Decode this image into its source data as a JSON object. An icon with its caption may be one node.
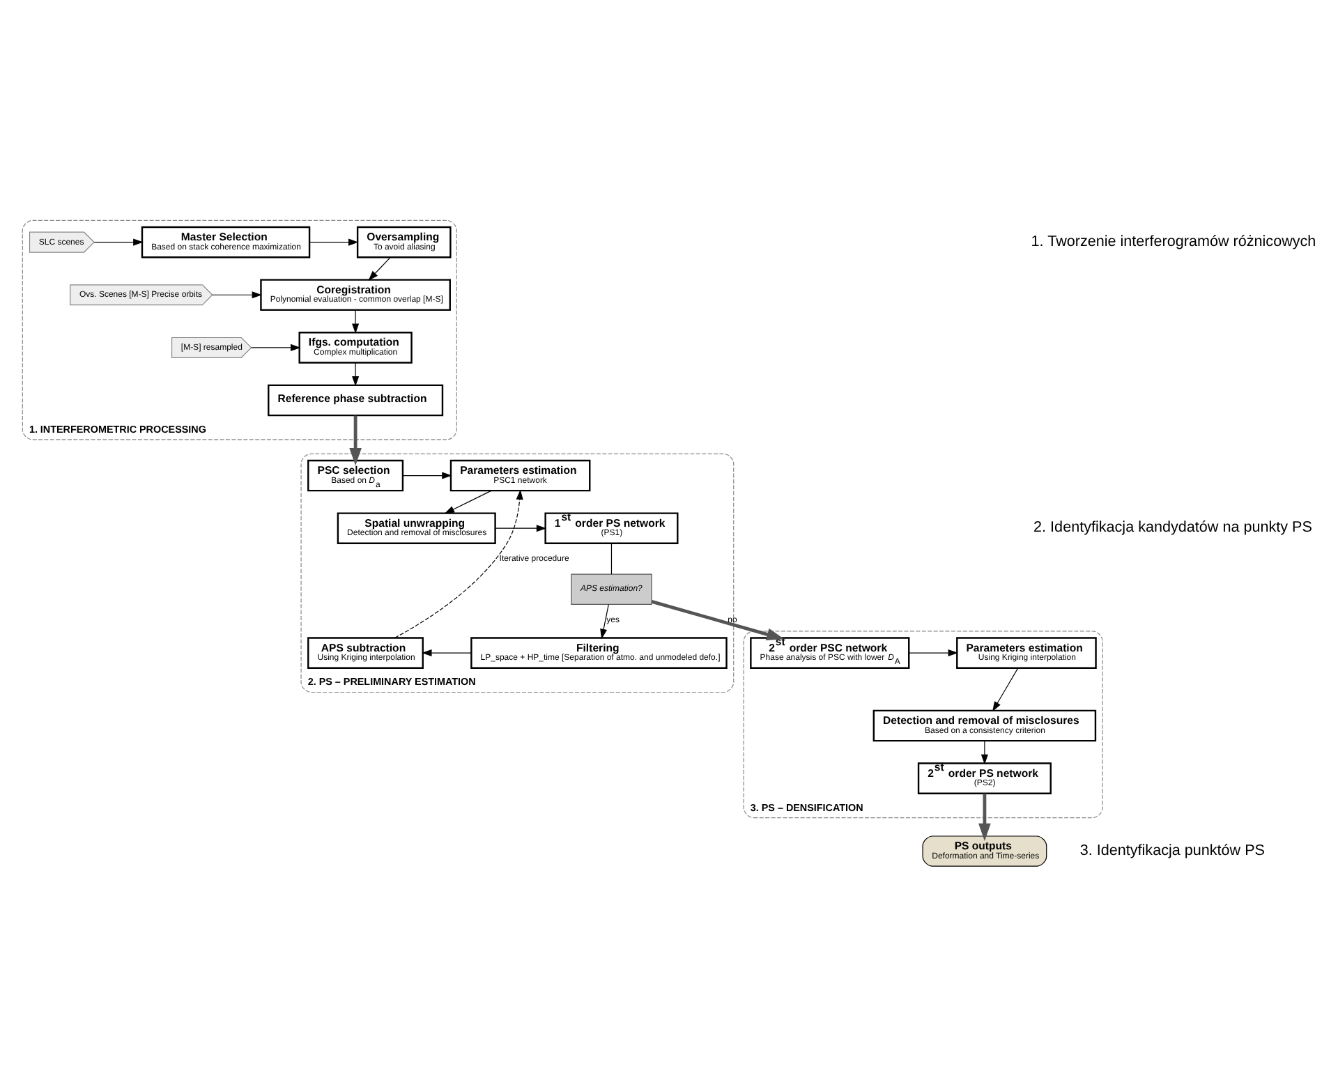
{
  "diagram": {
    "nodes": [
      {
        "text": [
          "1. INTERFEROMETRIC PROCESSING"
        ]
      },
      {
        "text": [
          "SLC scenes"
        ],
        "in": 0
      },
      {
        "text": [
          "Master Selection",
          "Based on stack coherence maximization"
        ],
        "in": 0
      },
      {
        "text": [
          "Oversampling",
          "To avoid aliasing"
        ],
        "in": 0
      },
      {
        "text": [
          "Ovs. Scenes [M-S] Precise orbits"
        ],
        "in": 0
      },
      {
        "text": [
          "Coregistration",
          "Polynomial evaluation - common overlap [M-S]"
        ],
        "in": 0
      },
      {
        "text": [
          "[M-S] resampled"
        ],
        "in": 0
      },
      {
        "text": [
          "Ifgs. computation",
          "Complex multiplication"
        ],
        "in": 0
      },
      {
        "text": [
          "Reference phase subtraction"
        ],
        "in": 0
      },
      {
        "text": [
          "2. PS – PRELIMINARY ESTIMATION"
        ]
      },
      {
        "text": [
          "Parameters estimation",
          "PSC1 network"
        ],
        "in": 9
      },
      {
        "text": [
          "PSC selection",
          "Based on *D*$_{a}$"
        ],
        "in": 9
      },
      {
        "text": [
          "Spatial unwrapping",
          "Detection and removal of misclosures"
        ],
        "in": 9
      },
      {
        "text": [
          "1$^{st}$ order PS network",
          "(PS1)"
        ],
        "in": 9
      },
      {
        "text": [
          "*APS estimation?*"
        ],
        "in": 9
      },
      {
        "text": [
          "Filtering",
          "LP_space + HP_time [Separation of atmo. and unmodeled defo.]"
        ],
        "in": 9
      },
      {
        "text": [
          "APS subtraction",
          "Using Kriging interpolation"
        ],
        "in": 9
      },
      {
        "text": [
          "3. PS – DENSIFICATION"
        ]
      },
      {
        "text": [
          "Parameters estimation",
          "Using Kriging interpolation"
        ],
        "in": 17
      },
      {
        "text": [
          "2$^{st}$ order PSC network",
          "Phase analysis of PSC with lower *D*$_{A}$"
        ],
        "in": 17
      },
      {
        "text": [
          "Detection and removal of misclosures",
          "Based on a consistency criterion"
        ],
        "in": 17
      },
      {
        "text": [
          "2$^{st}$ order PS network",
          "(PS2)"
        ],
        "in": 17
      },
      {
        "text": [
          "PS outputs",
          "Deformation and Time-series"
        ]
      }
    ],
    "edges": [
      {
        "from": 1,
        "to": 2,
        "arrow": "to"
      },
      {
        "from": 2,
        "to": 3,
        "arrow": "to"
      },
      {
        "from": 3,
        "to": 5,
        "arrow": "to"
      },
      {
        "from": 4,
        "to": 5,
        "arrow": "to"
      },
      {
        "from": 5,
        "to": 7,
        "arrow": "to"
      },
      {
        "from": 6,
        "to": 7,
        "arrow": "to"
      },
      {
        "from": 7,
        "to": 8,
        "arrow": "to"
      },
      {
        "from": 8,
        "to": 11,
        "arrow": "to",
        "style": "thick"
      },
      {
        "from": 11,
        "to": 10,
        "arrow": "to"
      },
      {
        "from": 10,
        "to": 12,
        "arrow": "to"
      },
      {
        "from": 12,
        "to": 13,
        "arrow": "to"
      },
      {
        "from": 13,
        "to": 14,
        "arrow": "none"
      },
      {
        "from": 14,
        "to": 15,
        "arrow": "to",
        "label": "yes"
      },
      {
        "from": 14,
        "to": 19,
        "arrow": "to",
        "label": "no",
        "style": "thick"
      },
      {
        "from": 15,
        "to": 16,
        "arrow": "to"
      },
      {
        "from": 16,
        "to": 10,
        "arrow": "to",
        "label": "Iterative procedure",
        "style": "dashed"
      },
      {
        "from": 19,
        "to": 18,
        "arrow": "to"
      },
      {
        "from": 18,
        "to": 20,
        "arrow": "to"
      },
      {
        "from": 20,
        "to": 21,
        "arrow": "to"
      },
      {
        "from": 21,
        "to": 22,
        "arrow": "to",
        "style": "thick"
      }
    ],
    "labels": [
      "1. Tworzenie interferogramów różnicowych",
      "2. Identyfikacja kandydatów na punkty PS",
      "3. Identyfikacja punktów PS"
    ]
  }
}
